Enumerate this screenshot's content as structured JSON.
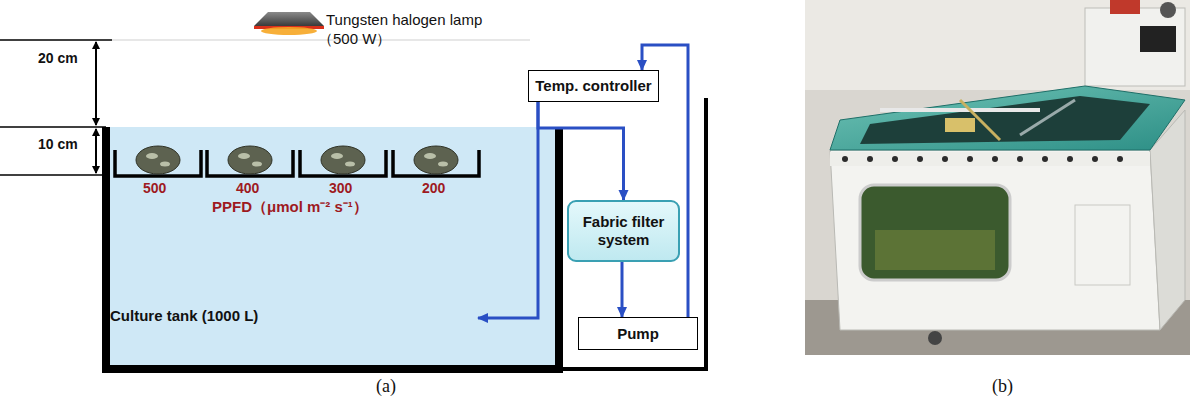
{
  "diagram": {
    "nodes": [
      {
        "text": [
          "Culture tank (1000 L)"
        ]
      },
      {
        "text": [
          "Temp. controller"
        ]
      },
      {
        "text": [
          "Fabric filter system"
        ]
      },
      {
        "text": [
          "Pump"
        ]
      }
    ],
    "edges": [
      {
        "from": 1,
        "to": 0,
        "arrow": "to"
      },
      {
        "from": 1,
        "to": 2,
        "arrow": "to"
      },
      {
        "from": 2,
        "to": 3,
        "arrow": "to"
      },
      {
        "from": 3,
        "to": 1,
        "arrow": "to"
      }
    ],
    "labels": [
      "Tungsten halogen lamp",
      "（500 W）",
      "20 cm",
      "10 cm",
      "500",
      "400",
      "300",
      "200",
      "PPFD（μmol m⁻² s⁻¹）",
      "(a)",
      "(b)"
    ]
  }
}
